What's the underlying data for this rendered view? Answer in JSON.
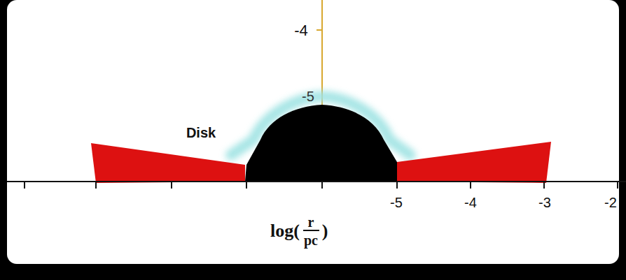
{
  "diagram": {
    "labels": [
      "-4",
      "-5",
      "Disk",
      "-5",
      "-4",
      "-3",
      "-2",
      "log(",
      "r",
      "pc",
      ")"
    ]
  }
}
